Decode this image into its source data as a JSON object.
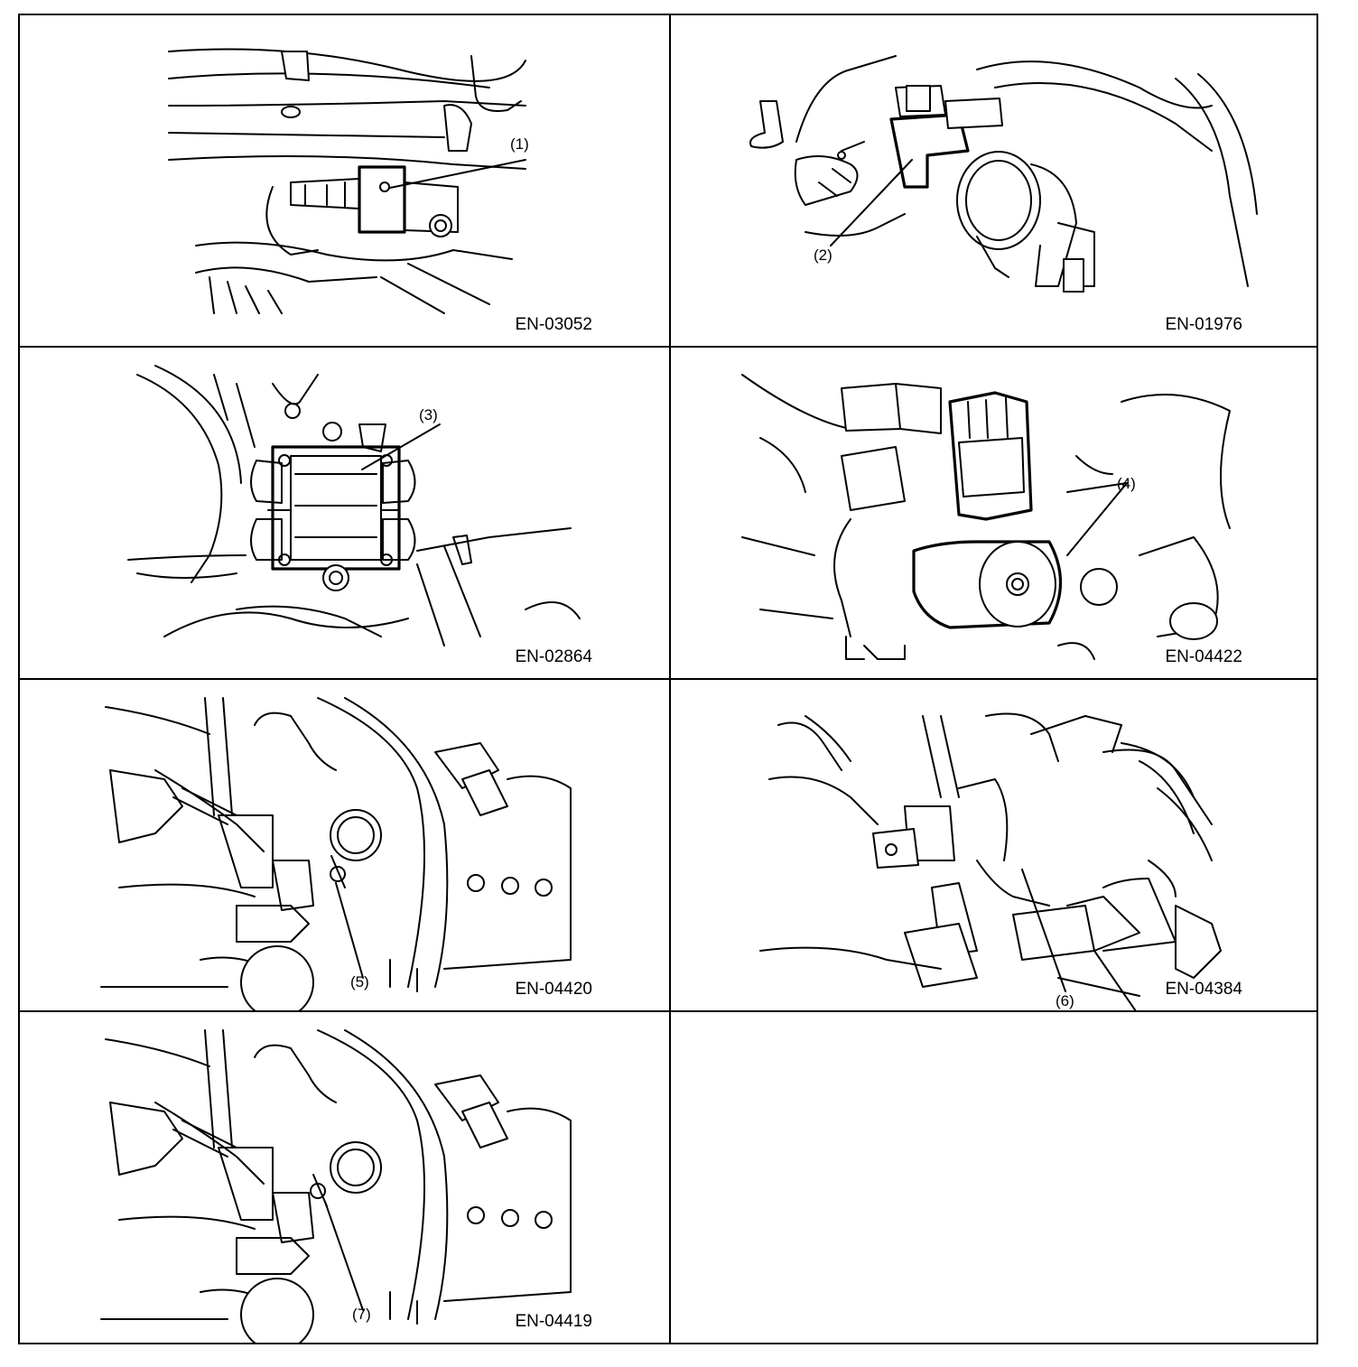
{
  "panels": [
    {
      "callout": "(1)",
      "figure_id": "EN-03052"
    },
    {
      "callout": "(2)",
      "figure_id": "EN-01976"
    },
    {
      "callout": "(3)",
      "figure_id": "EN-02864"
    },
    {
      "callout": "(4)",
      "figure_id": "EN-04422"
    },
    {
      "callout": "(5)",
      "figure_id": "EN-04420"
    },
    {
      "callout": "(6)",
      "figure_id": "EN-04384"
    },
    {
      "callout": "(7)",
      "figure_id": "EN-04419"
    },
    {
      "callout": "",
      "figure_id": ""
    }
  ]
}
